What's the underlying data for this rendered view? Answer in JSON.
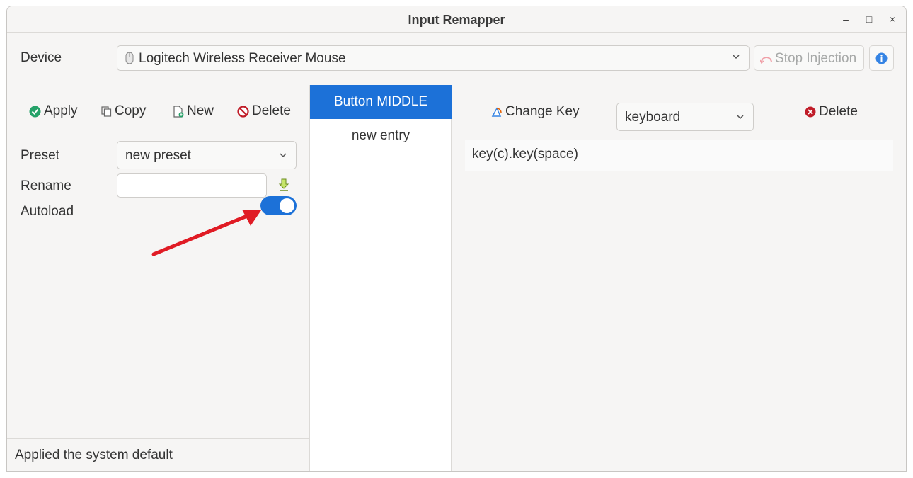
{
  "window": {
    "title": "Input Remapper",
    "controls": [
      "–",
      "□",
      "×"
    ]
  },
  "device": {
    "label": "Device",
    "selected": "Logitech Wireless Receiver Mouse",
    "icon": "mouse-icon"
  },
  "header_buttons": {
    "stop_injection": "Stop Injection",
    "info_icon": "info-icon"
  },
  "preset_toolbar": {
    "apply": "Apply",
    "copy": "Copy",
    "new": "New",
    "delete": "Delete"
  },
  "preset": {
    "preset_label": "Preset",
    "preset_value": "new preset",
    "rename_label": "Rename",
    "rename_value": "",
    "autoload_label": "Autoload",
    "autoload_on": true
  },
  "status": {
    "text": "Applied the system default"
  },
  "mappings": {
    "items": [
      "Button MIDDLE",
      "new entry"
    ],
    "selected_index": 0
  },
  "editor": {
    "change_key": "Change Key",
    "target_value": "keyboard",
    "delete": "Delete",
    "output": "key(c).key(space)"
  },
  "colors": {
    "accent": "#1c71d8",
    "apply_green": "#26a269",
    "delete_red": "#c01c28",
    "arrow_red": "#e01b24"
  }
}
